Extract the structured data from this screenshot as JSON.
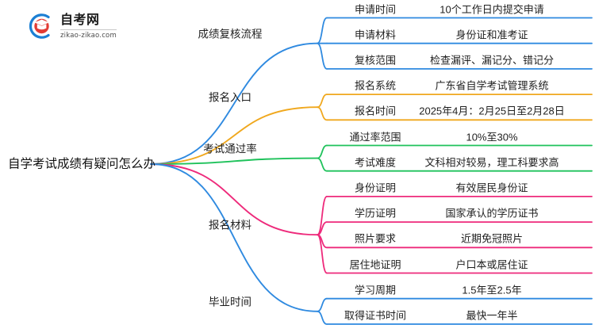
{
  "logo": {
    "name": "自考网",
    "url": "zikao-zikao.com",
    "mark": "graduation-cap-icon"
  },
  "mindmap": {
    "root": "自学考试成绩有疑问怎么办",
    "branches": [
      {
        "label": "成绩复核流程",
        "color": "#2f8ae0",
        "children": [
          {
            "label": "申请时间",
            "value": "10个工作日内提交申请"
          },
          {
            "label": "申请材料",
            "value": "身份证和准考证"
          },
          {
            "label": "复核范围",
            "value": "检查漏评、漏记分、错记分"
          }
        ]
      },
      {
        "label": "报名入口",
        "color": "#f0a81e",
        "children": [
          {
            "label": "报名系统",
            "value": "广东省自学考试管理系统"
          },
          {
            "label": "报名时间",
            "value": "2025年4月：2月25日至2月28日"
          }
        ]
      },
      {
        "label": "考试通过率",
        "color": "#1fc25b",
        "children": [
          {
            "label": "通过率范围",
            "value": "10%至30%"
          },
          {
            "label": "考试难度",
            "value": "文科相对较易，理工科要求高"
          }
        ]
      },
      {
        "label": "报名材料",
        "color": "#ee2a7b",
        "children": [
          {
            "label": "身份证明",
            "value": "有效居民身份证"
          },
          {
            "label": "学历证明",
            "value": "国家承认的学历证书"
          },
          {
            "label": "照片要求",
            "value": "近期免冠照片"
          },
          {
            "label": "居住地证明",
            "value": "户口本或居住证"
          }
        ]
      },
      {
        "label": "毕业时间",
        "color": "#2f8ae0",
        "children": [
          {
            "label": "学习周期",
            "value": "1.5年至2.5年"
          },
          {
            "label": "取得证书时间",
            "value": "最快一年半"
          }
        ]
      }
    ]
  }
}
